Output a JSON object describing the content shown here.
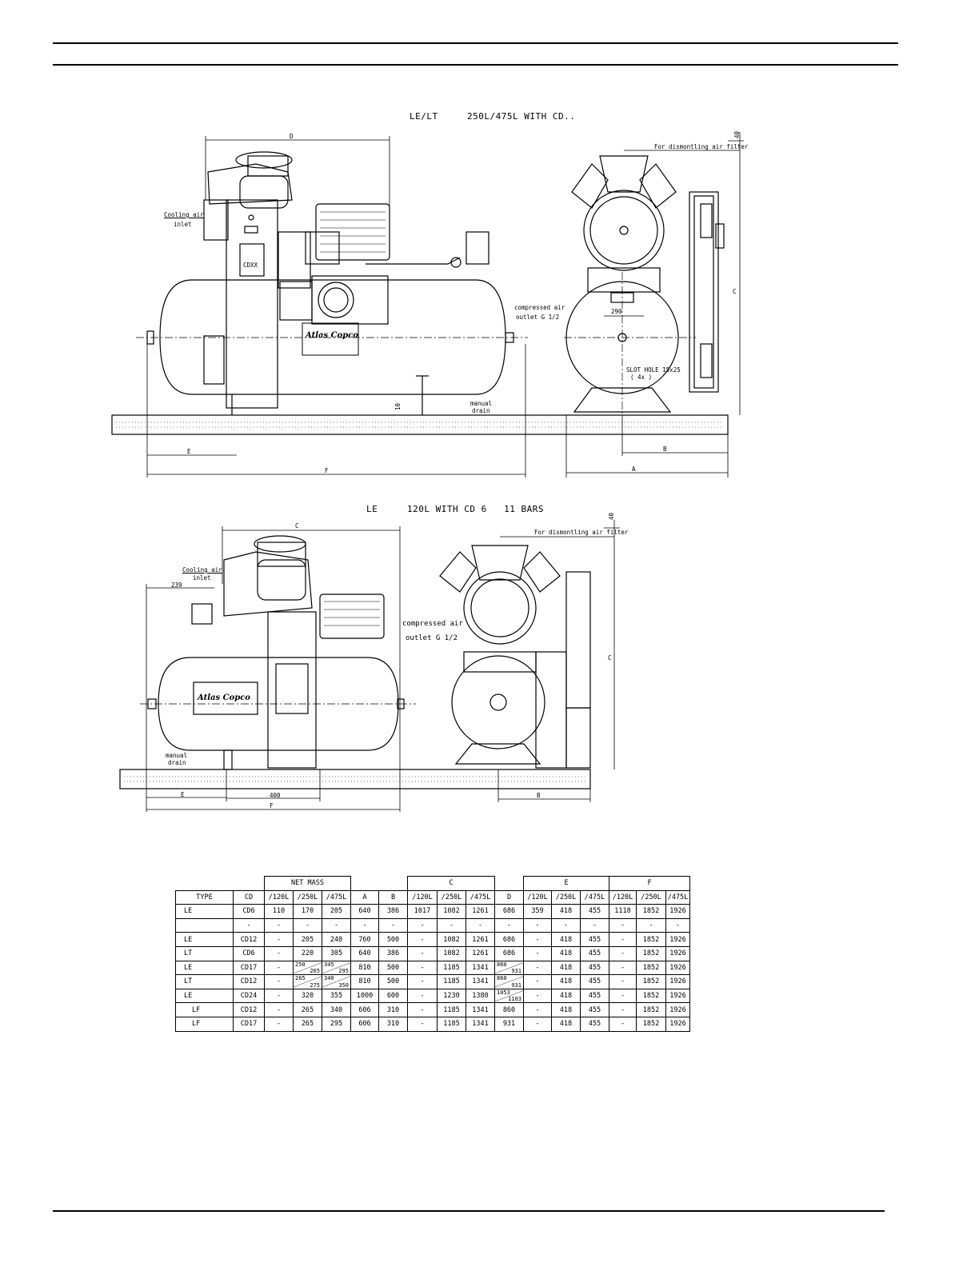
{
  "drawing_top": {
    "title_prefix": "LE/LT",
    "title_suffix": "250L/475L WITH CD..",
    "dim_top": "40",
    "dim_d": "D",
    "dim_e": "E",
    "dim_f": "F",
    "dim_a": "A",
    "dim_b": "B",
    "dim_c": "C",
    "dim_10": "10",
    "dim_290": "290",
    "filter_note": "For dismontling air filter",
    "cooling_air": "Cooling air",
    "inlet": "inlet",
    "compressed_air": "compressed air",
    "outlet": "outlet G 1/2",
    "manual": "manual",
    "drain": "drain",
    "slot_hole": "SLOT HOLE 15x25",
    "slot_count": "( 4x )",
    "cdxx": "CDXX",
    "brand": "Atlas Copco"
  },
  "drawing_bottom": {
    "title_prefix": "LE",
    "title_suffix": "120L WITH CD 6   11 BARS",
    "dim_top": "40",
    "dim_c_top": "C",
    "dim_c_side": "C",
    "dim_239": "239",
    "dim_e": "E",
    "dim_400": "400",
    "dim_f": "F",
    "dim_b": "B",
    "filter_note": "For dismontling air filter",
    "cooling_air": "Cooling air",
    "inlet": "inlet",
    "compressed_air": "compressed air",
    "outlet": "outlet G 1/2",
    "manual": "manual",
    "drain": "drain",
    "brand": "Atlas Copco"
  },
  "table": {
    "group_headers": {
      "net_mass": "NET MASS",
      "c": "C",
      "e": "E",
      "f": "F"
    },
    "headers": [
      "TYPE",
      "CD",
      "/120L",
      "/250L",
      "/475L",
      "A",
      "B",
      "/120L",
      "/250L",
      "/475L",
      "D",
      "/120L",
      "/250L",
      "/475L",
      "/120L",
      "/250L",
      "/475L"
    ],
    "rows": [
      [
        "LE",
        "CD6",
        "110",
        "170",
        "205",
        "640",
        "386",
        "1017",
        "1082",
        "1261",
        "686",
        "359",
        "418",
        "455",
        "1118",
        "1852",
        "1926"
      ],
      [
        "",
        "-",
        "-",
        "-",
        "-",
        "-",
        "-",
        "-",
        "-",
        "-",
        "-",
        "-",
        "-",
        "-",
        "-",
        "-",
        "-"
      ],
      [
        "LE",
        "CD12",
        "-",
        "205",
        "240",
        "760",
        "500",
        "-",
        "1082",
        "1261",
        "686",
        "-",
        "418",
        "455",
        "-",
        "1852",
        "1926"
      ],
      [
        "LT",
        "CD6",
        "-",
        "220",
        "305",
        "640",
        "386",
        "-",
        "1082",
        "1261",
        "686",
        "-",
        "418",
        "455",
        "-",
        "1852",
        "1926"
      ],
      [
        "LE",
        "CD17",
        "-",
        "250/265",
        "345/295",
        "810",
        "500",
        "-",
        "1185",
        "1341",
        "860/931",
        "-",
        "418",
        "455",
        "-",
        "1852",
        "1926"
      ],
      [
        "LT",
        "CD12",
        "-",
        "265/275",
        "340/350",
        "810",
        "500",
        "-",
        "1185",
        "1341",
        "860/931",
        "-",
        "418",
        "455",
        "-",
        "1852",
        "1926"
      ],
      [
        "LE",
        "CD24",
        "-",
        "320",
        "355",
        "1000",
        "600",
        "-",
        "1230",
        "1380",
        "1053/1103",
        "-",
        "418",
        "455",
        "-",
        "1852",
        "1926"
      ],
      [
        "LF",
        "CD12",
        "-",
        "265",
        "340",
        "606",
        "310",
        "-",
        "1185",
        "1341",
        "860",
        "-",
        "418",
        "455",
        "-",
        "1852",
        "1926"
      ],
      [
        "LF",
        "CD17",
        "-",
        "265",
        "295",
        "606",
        "310",
        "-",
        "1185",
        "1341",
        "931",
        "-",
        "418",
        "455",
        "-",
        "1852",
        "1926"
      ]
    ]
  }
}
